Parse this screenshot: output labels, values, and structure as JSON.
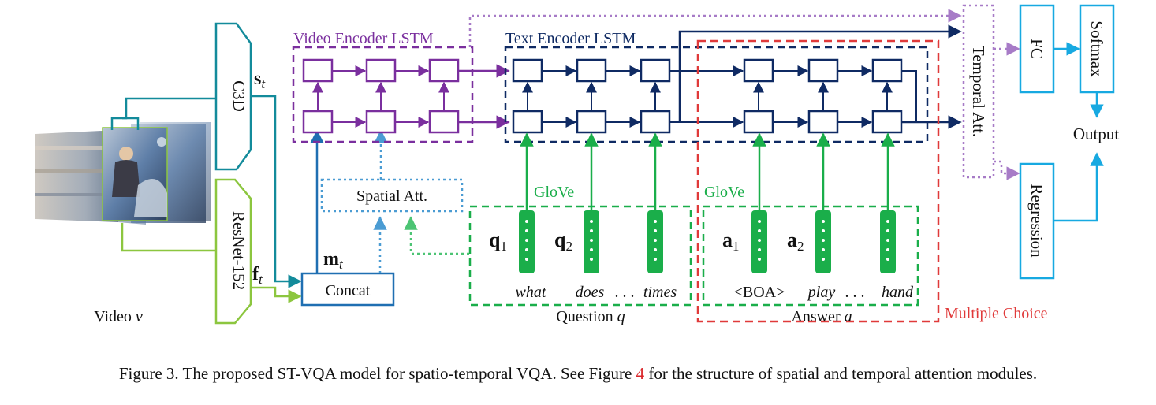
{
  "colors": {
    "teal": "#138b9b",
    "green_light": "#8cc63f",
    "blue": "#1f6fb2",
    "blue_dotted": "#4b9cd3",
    "purple": "#7a2f9e",
    "purple_light": "#a77bc7",
    "navy": "#0f2a63",
    "green": "#1aae4a",
    "red": "#e03a3a",
    "cyan": "#17a9e1"
  },
  "icons": {
    "video": "video-frames-icon",
    "glove_vector": "word-vector-icon"
  },
  "labels": {
    "c3d": "C3D",
    "resnet": "ResNet-152",
    "s_t_main": "s",
    "s_t_sub": "t",
    "f_t_main": "f",
    "f_t_sub": "t",
    "m_t_main": "m",
    "m_t_sub": "t",
    "concat": "Concat",
    "spatial_att": "Spatial Att.",
    "video_encoder": "Video Encoder LSTM",
    "text_encoder": "Text Encoder LSTM",
    "temporal_att": "Temporal Att.",
    "fc": "FC",
    "softmax": "Softmax",
    "output": "Output",
    "regression": "Regression",
    "glove_q": "GloVe",
    "glove_a": "GloVe",
    "video_label": "Video ",
    "video_var": "v",
    "question_label": "Question ",
    "question_var": "q",
    "answer_label": "Answer ",
    "answer_var": "a",
    "multiple_choice": "Multiple Choice",
    "q1_main": "q",
    "q1_sub": "1",
    "q2_main": "q",
    "q2_sub": "2",
    "a1_main": "a",
    "a1_sub": "1",
    "a2_main": "a",
    "a2_sub": "2",
    "word_what": "what",
    "word_does": "does",
    "word_dots_q": ". . .",
    "word_times": "times",
    "word_boa": "<BOA>",
    "word_play": "play",
    "word_dots_a": ". . .",
    "word_hand": "hand"
  },
  "caption": {
    "prefix": "Figure 3. The proposed ST-VQA model for spatio-temporal VQA. See Figure ",
    "ref": "4",
    "suffix": " for the structure of spatial and temporal attention modules."
  }
}
